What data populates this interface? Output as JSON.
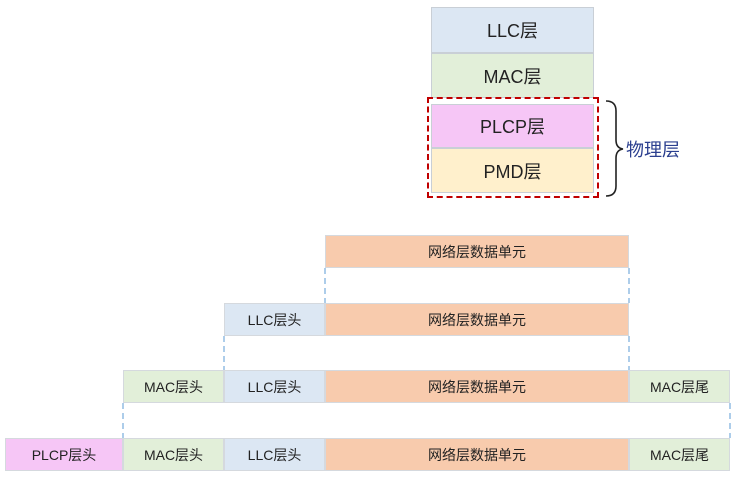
{
  "stack": {
    "llc": "LLC层",
    "mac": "MAC层",
    "plcp": "PLCP层",
    "pmd": "PMD层",
    "physical_label": "物理层"
  },
  "encapsulation": {
    "network_unit": "网络层数据单元",
    "llc_header": "LLC层头",
    "mac_header": "MAC层头",
    "mac_trailer": "MAC层尾",
    "plcp_header": "PLCP层头"
  },
  "colors": {
    "llc": "#dce7f3",
    "mac": "#e2efd9",
    "plcp": "#f6c6f6",
    "pmd": "#fff0cc",
    "network": "#f8cbad",
    "dashed_border": "#c00000",
    "connector": "#5b9bd5",
    "label": "#2b3f8f"
  }
}
